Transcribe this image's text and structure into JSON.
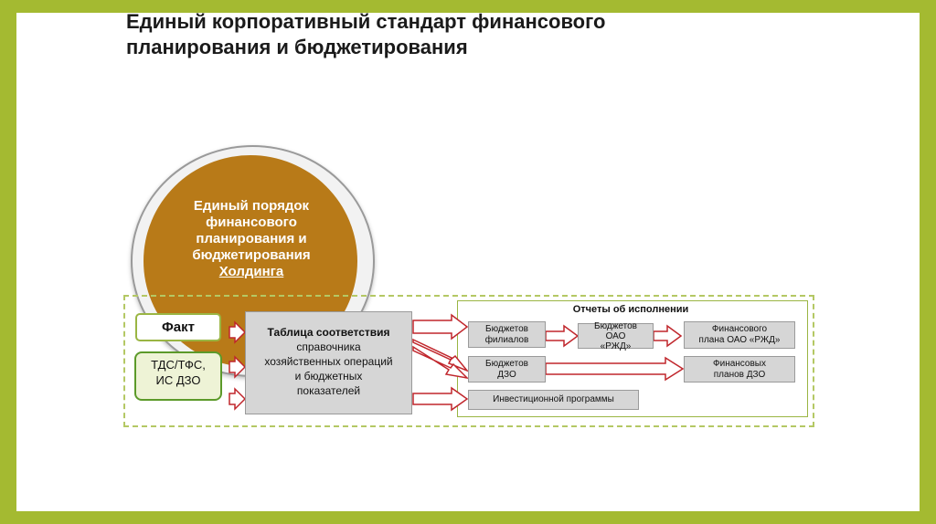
{
  "title": {
    "line1": "Единый корпоративный стандарт финансового",
    "line2": "планирования и бюджетирования"
  },
  "circle": {
    "line1": "Единый порядок",
    "line2": "финансового",
    "line3": "планирования и",
    "line4": "бюджетирования",
    "line5": "Холдинга"
  },
  "fact": "Факт",
  "tds": {
    "line1": "ТДС/ТФС,",
    "line2": "ИС ДЗО"
  },
  "table": {
    "title": "Таблица соответствия",
    "line1": "справочника",
    "line2": "хозяйственных операций",
    "line3": "и бюджетных",
    "line4": "показателей"
  },
  "reports_title": "Отчеты об исполнении",
  "boxes": {
    "branches": {
      "line1": "Бюджетов",
      "line2": "филиалов"
    },
    "rzd_budget": {
      "line1": "Бюджетов",
      "line2": "ОАО",
      "line3": "«РЖД»"
    },
    "dzo_budget": {
      "line1": "Бюджетов",
      "line2": "ДЗО"
    },
    "investment": "Инвестиционной программы",
    "fin_plan_rzd": {
      "line1": "Финансового",
      "line2": "плана ОАО «РЖД»"
    },
    "fin_plans_dzo": {
      "line1": "Финансовых",
      "line2": "планов ДЗО"
    }
  },
  "colors": {
    "background": "#a4ba31",
    "circle_fill": "#b87a18",
    "arrow_stroke": "#c0262c",
    "frame_dash": "#b4c864",
    "box_fill": "#d6d6d6"
  }
}
